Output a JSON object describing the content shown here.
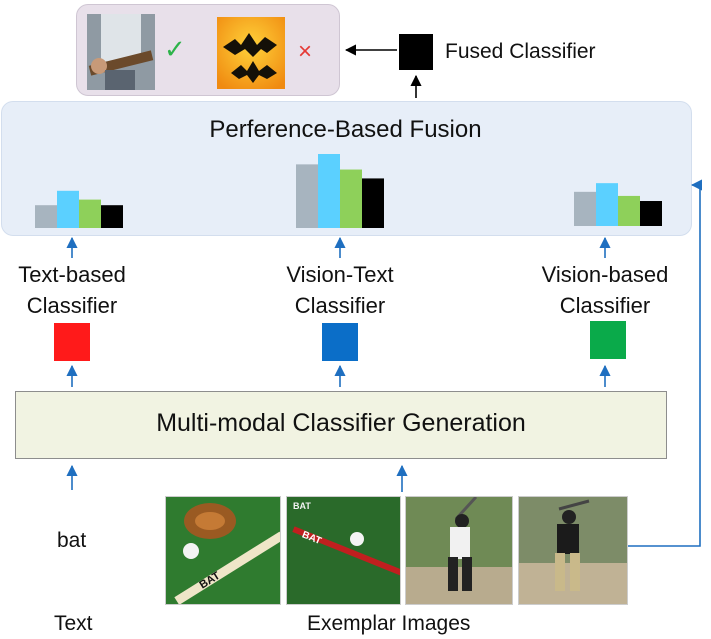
{
  "fusion": {
    "title": "Perference-Based Fusion"
  },
  "fused": {
    "label": "Fused Classifier"
  },
  "result": {
    "correct_mark": "✓",
    "wrong_mark": "×",
    "correct_color": "#2db34a",
    "wrong_color": "#e53935"
  },
  "classifiers": [
    {
      "line1": "Text-based",
      "line2": "Classifier",
      "color": "#ff1a1a"
    },
    {
      "line1": "Vision-Text",
      "line2": "Classifier",
      "color": "#0b6ec8"
    },
    {
      "line1": "Vision-based",
      "line2": "Classifier",
      "color": "#0aaa4a"
    }
  ],
  "bar_colors": [
    "#a7b4bf",
    "#5bd0ff",
    "#8ed05a",
    "#000000"
  ],
  "bar_groups": [
    {
      "values": [
        0.57,
        0.93,
        0.71,
        0.57
      ]
    },
    {
      "values": [
        0.86,
        1.0,
        0.79,
        0.67
      ]
    },
    {
      "values": [
        0.67,
        0.84,
        0.59,
        0.49
      ]
    }
  ],
  "generation": {
    "title": "Multi-modal Classifier Generation"
  },
  "inputs": {
    "word": "bat",
    "text_caption": "Text",
    "images_caption": "Exemplar Images",
    "bat_print": "BAT"
  },
  "arrow_color": "#1f6fc0"
}
